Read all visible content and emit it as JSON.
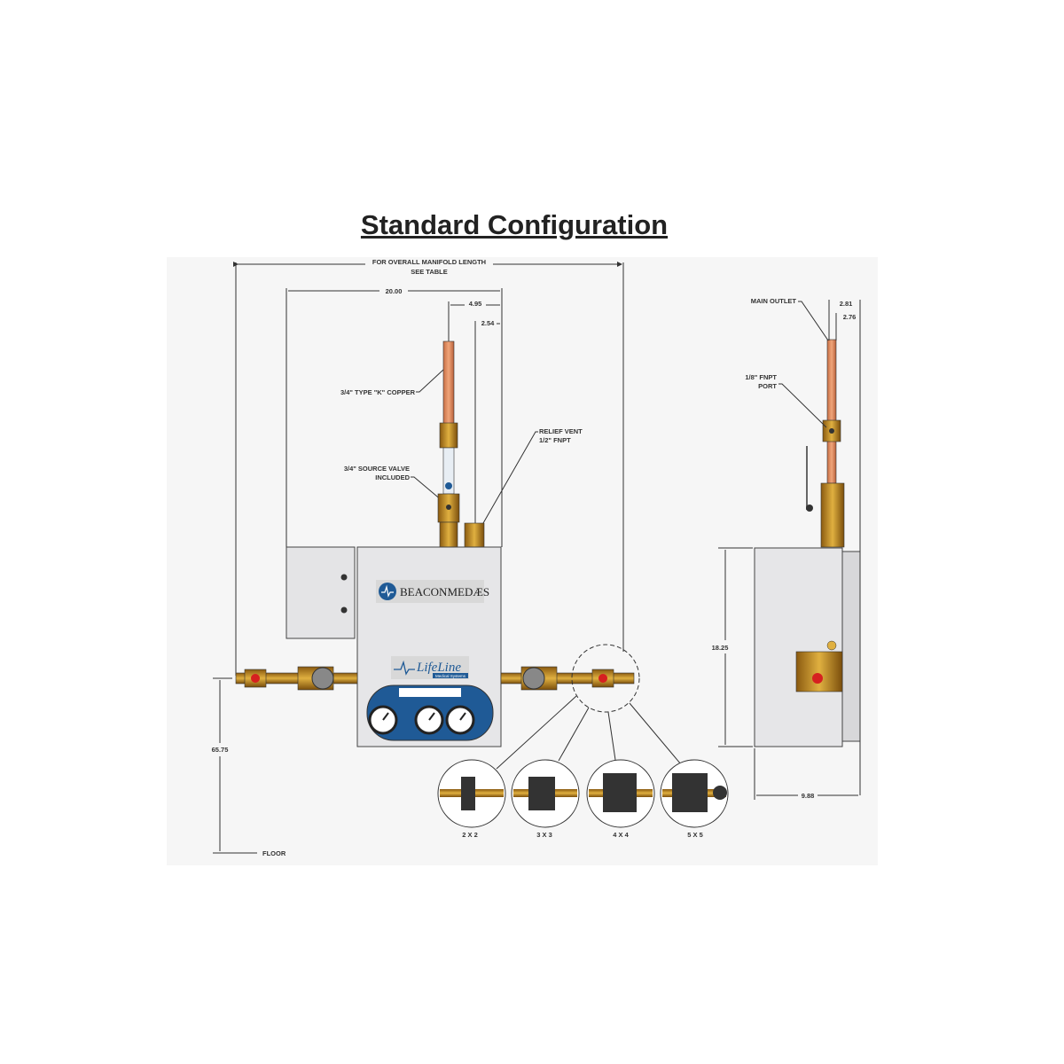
{
  "title": "Standard Configuration",
  "front_view": {
    "overall_length_label": [
      "FOR OVERALL MANIFOLD LENGTH",
      "SEE TABLE"
    ],
    "dim_width": "20.00",
    "dim_outlet_offset": "4.95",
    "dim_vent_offset": "2.54",
    "copper_label": "3/4\" TYPE \"K\" COPPER",
    "valve_label": [
      "3/4\" SOURCE VALVE",
      "INCLUDED"
    ],
    "relief_label": [
      "RELIEF VENT",
      "1/2\" FNPT"
    ],
    "height_dim": "65.75",
    "floor_label": "FLOOR",
    "brand": "BEACONMEDÆS",
    "product": "LifeLine",
    "product_sub": "Medical Systems"
  },
  "configurations": [
    "2 X 2",
    "3 X 3",
    "4 X 4",
    "5 X 5"
  ],
  "side_view": {
    "outlet_label": "MAIN OUTLET",
    "port_label": [
      "1/8\" FNPT",
      "PORT"
    ],
    "dim_a": "2.81",
    "dim_b": "2.76",
    "height_dim": "18.25",
    "depth_dim": "9.88"
  },
  "colors": {
    "copper": "#d9895e",
    "brass": "#b8860b",
    "blue": "#1f5a96",
    "cabinet": "#e6e6e8"
  }
}
